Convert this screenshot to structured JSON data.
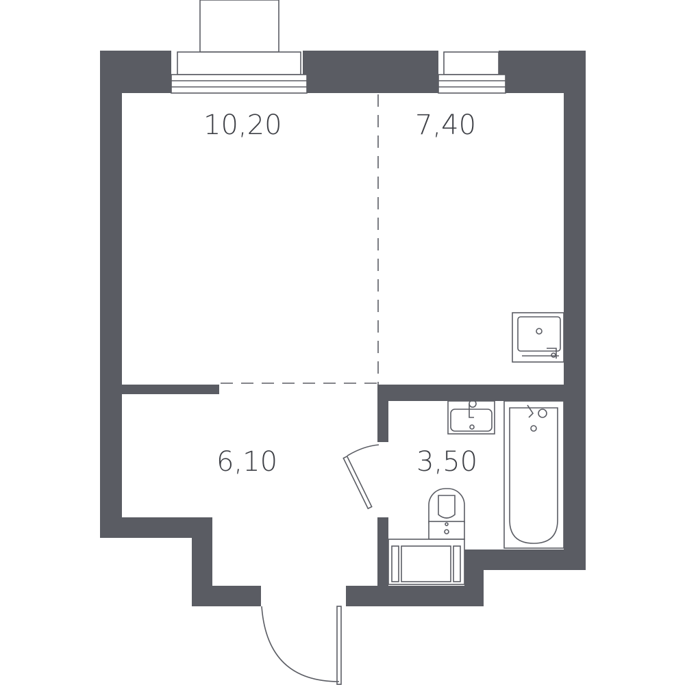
{
  "rooms": {
    "living": {
      "area": "10,20"
    },
    "kitchen": {
      "area": "7,40"
    },
    "hall": {
      "area": "6,10"
    },
    "bathroom": {
      "area": "3,50"
    }
  },
  "colors": {
    "wall": "#5a5c63",
    "background": "#ffffff",
    "label": "#3d3f45"
  }
}
